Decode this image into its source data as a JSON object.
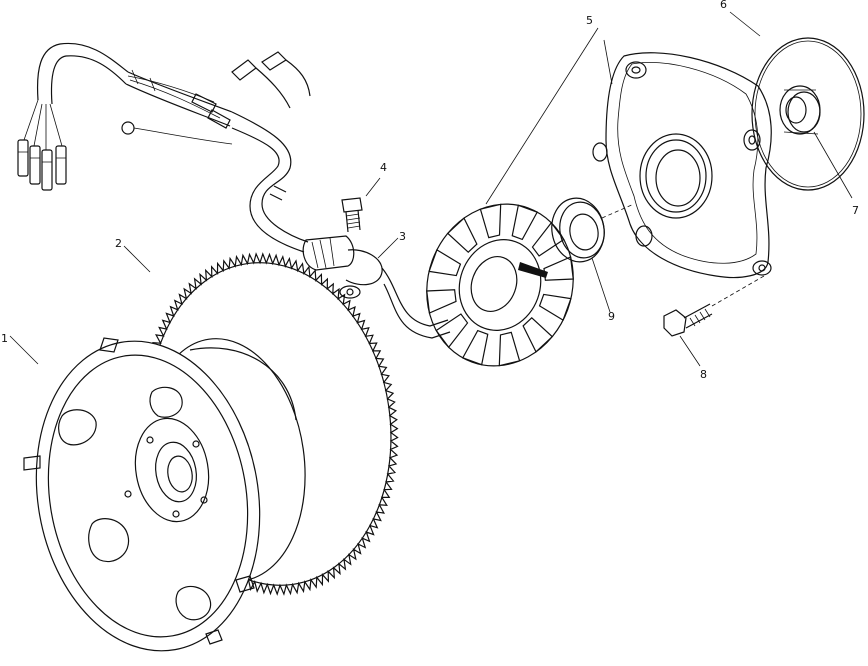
{
  "callouts": [
    {
      "id": "1",
      "label": "1"
    },
    {
      "id": "2",
      "label": "2"
    },
    {
      "id": "3",
      "label": "3"
    },
    {
      "id": "4",
      "label": "4"
    },
    {
      "id": "5",
      "label": "5"
    },
    {
      "id": "6",
      "label": "6"
    },
    {
      "id": "7",
      "label": "7"
    },
    {
      "id": "8",
      "label": "8"
    },
    {
      "id": "9",
      "label": "9"
    }
  ],
  "flywheel_ring_gear": {
    "tooth_count": 120
  }
}
